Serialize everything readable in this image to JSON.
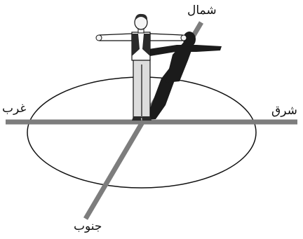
{
  "labels": {
    "north": "شمال",
    "south": "جنوب",
    "east": "شرق",
    "west": "غرب"
  },
  "colors": {
    "axis": "#7d7d7d",
    "outline": "#111111",
    "shadow": "#1b1b1b",
    "shirt": "#ffffff",
    "vest": "#2a2a2a",
    "trousers": "#dcdcdc",
    "hair": "#2b2b2b",
    "skin": "#f4f4f4"
  },
  "figure": {
    "description_icon": "standing-person-arms-outstretched-icon",
    "shadow_icon": "person-shadow-icon"
  }
}
